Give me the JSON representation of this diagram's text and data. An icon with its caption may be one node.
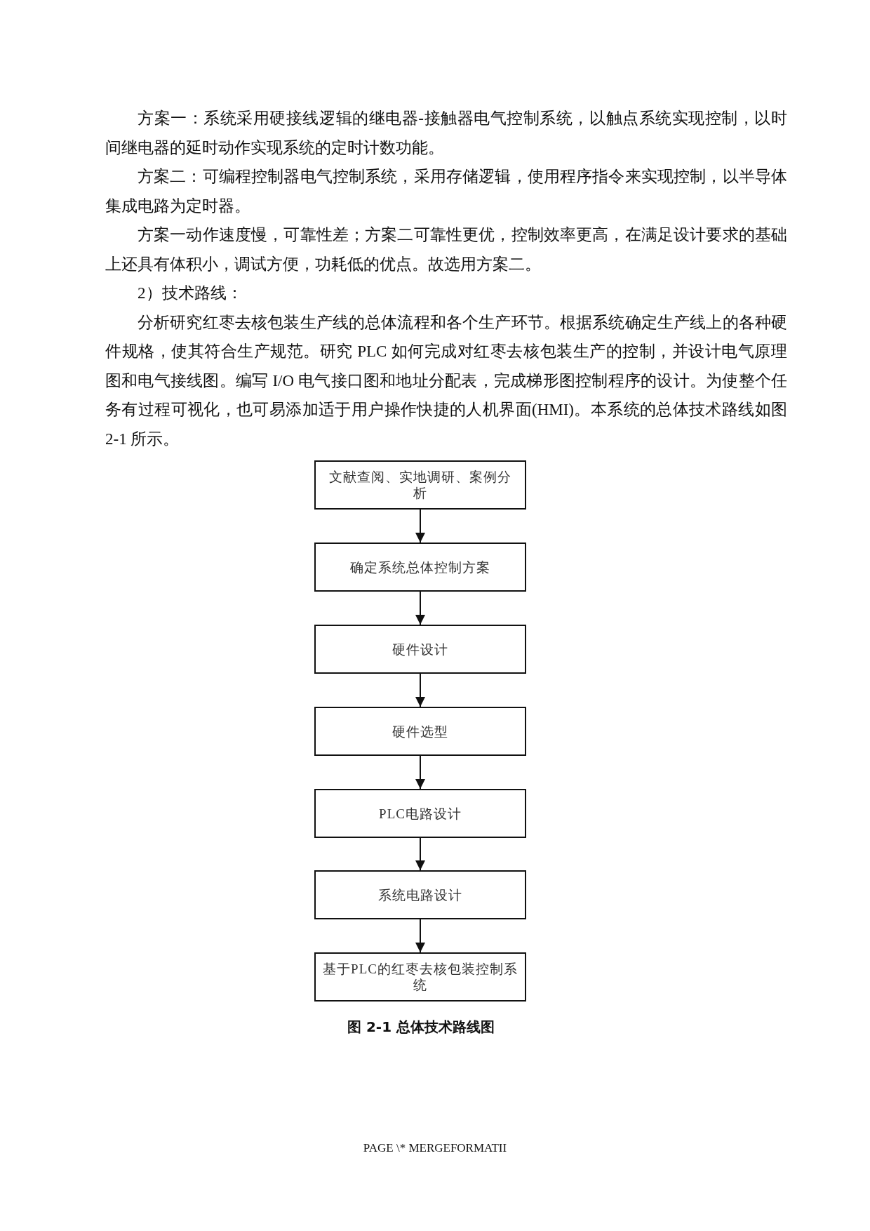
{
  "diagram": {
    "caption": "图 2-1 总体技术路线图",
    "nodes": [
      {
        "text": [
          "文献查阅、实地调研、案例分析"
        ]
      },
      {
        "text": [
          "确定系统总体控制方案"
        ]
      },
      {
        "text": [
          "硬件设计"
        ]
      },
      {
        "text": [
          "硬件选型"
        ]
      },
      {
        "text": [
          "PLC电路设计"
        ]
      },
      {
        "text": [
          "系统电路设计"
        ]
      },
      {
        "text": [
          "基于PLC的红枣去核包装控制系统"
        ]
      }
    ],
    "edges": [
      {
        "from": 0,
        "to": 1,
        "arrow": "to"
      },
      {
        "from": 1,
        "to": 2,
        "arrow": "to"
      },
      {
        "from": 2,
        "to": 3,
        "arrow": "to"
      },
      {
        "from": 3,
        "to": 4,
        "arrow": "to"
      },
      {
        "from": 4,
        "to": 5,
        "arrow": "to"
      },
      {
        "from": 5,
        "to": 6,
        "arrow": "to"
      }
    ],
    "labels": [
      "方案一：系统采用硬接线逻辑的继电器-接触器电气控制系统，以触点系统实现控制，以时间继电器的延时动作实现系统的定时计数功能。",
      "方案二：可编程控制器电气控制系统，采用存储逻辑，使用程序指令来实现控制，以半导体集成电路为定时器。",
      "方案一动作速度慢，可靠性差；方案二可靠性更优，控制效率更高，在满足设计要求的基础上还具有体积小，调试方便，功耗低的优点。故选用方案二。",
      "2）技术路线：",
      "分析研究红枣去核包装生产线的总体流程和各个生产环节。根据系统确定生产线上的各种硬件规格，使其符合生产规范。研究 PLC 如何完成对红枣去核包装生产的控制，并设计电气原理图和电气接线图。编写 I/O 电气接口图和地址分配表，完成梯形图控制程序的设计。为使整个任务有过程可视化，也可易添加适于用户操作快捷的人机界面(HMI)。本系统的总体技术路线如图 2-1 所示。",
      "PAGE \\* MERGEFORMATII"
    ]
  }
}
